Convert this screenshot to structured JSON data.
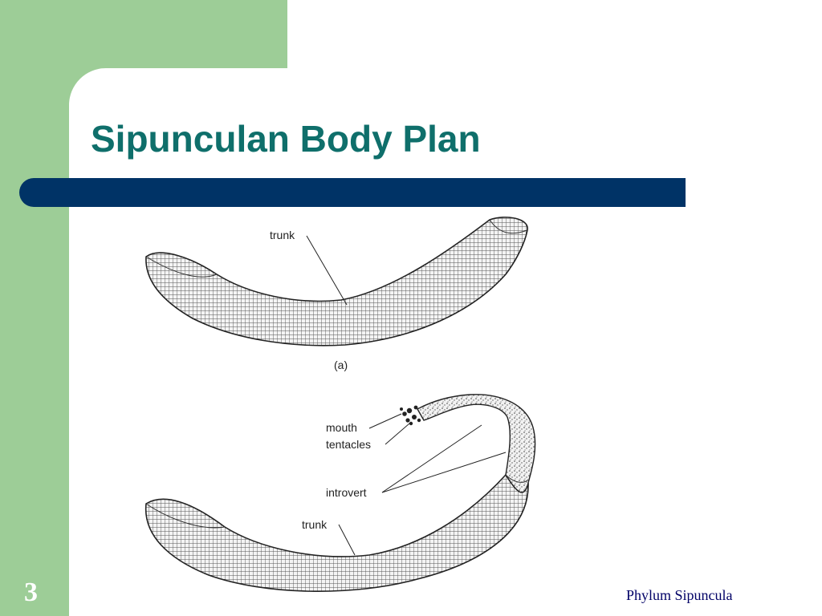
{
  "slide": {
    "title": "Sipunculan Body Plan",
    "number": "3",
    "footer": "Phylum Sipuncula"
  },
  "figure": {
    "panel_a": {
      "caption": "(a)",
      "labels": {
        "trunk": "trunk"
      }
    },
    "panel_b": {
      "labels": {
        "mouth": "mouth",
        "tentacles": "tentacles",
        "introvert": "introvert",
        "trunk": "trunk"
      }
    }
  },
  "colors": {
    "green_band": "#9dcd97",
    "title_text": "#0f6f6b",
    "title_bar": "#003366",
    "footer_text": "#000066"
  }
}
